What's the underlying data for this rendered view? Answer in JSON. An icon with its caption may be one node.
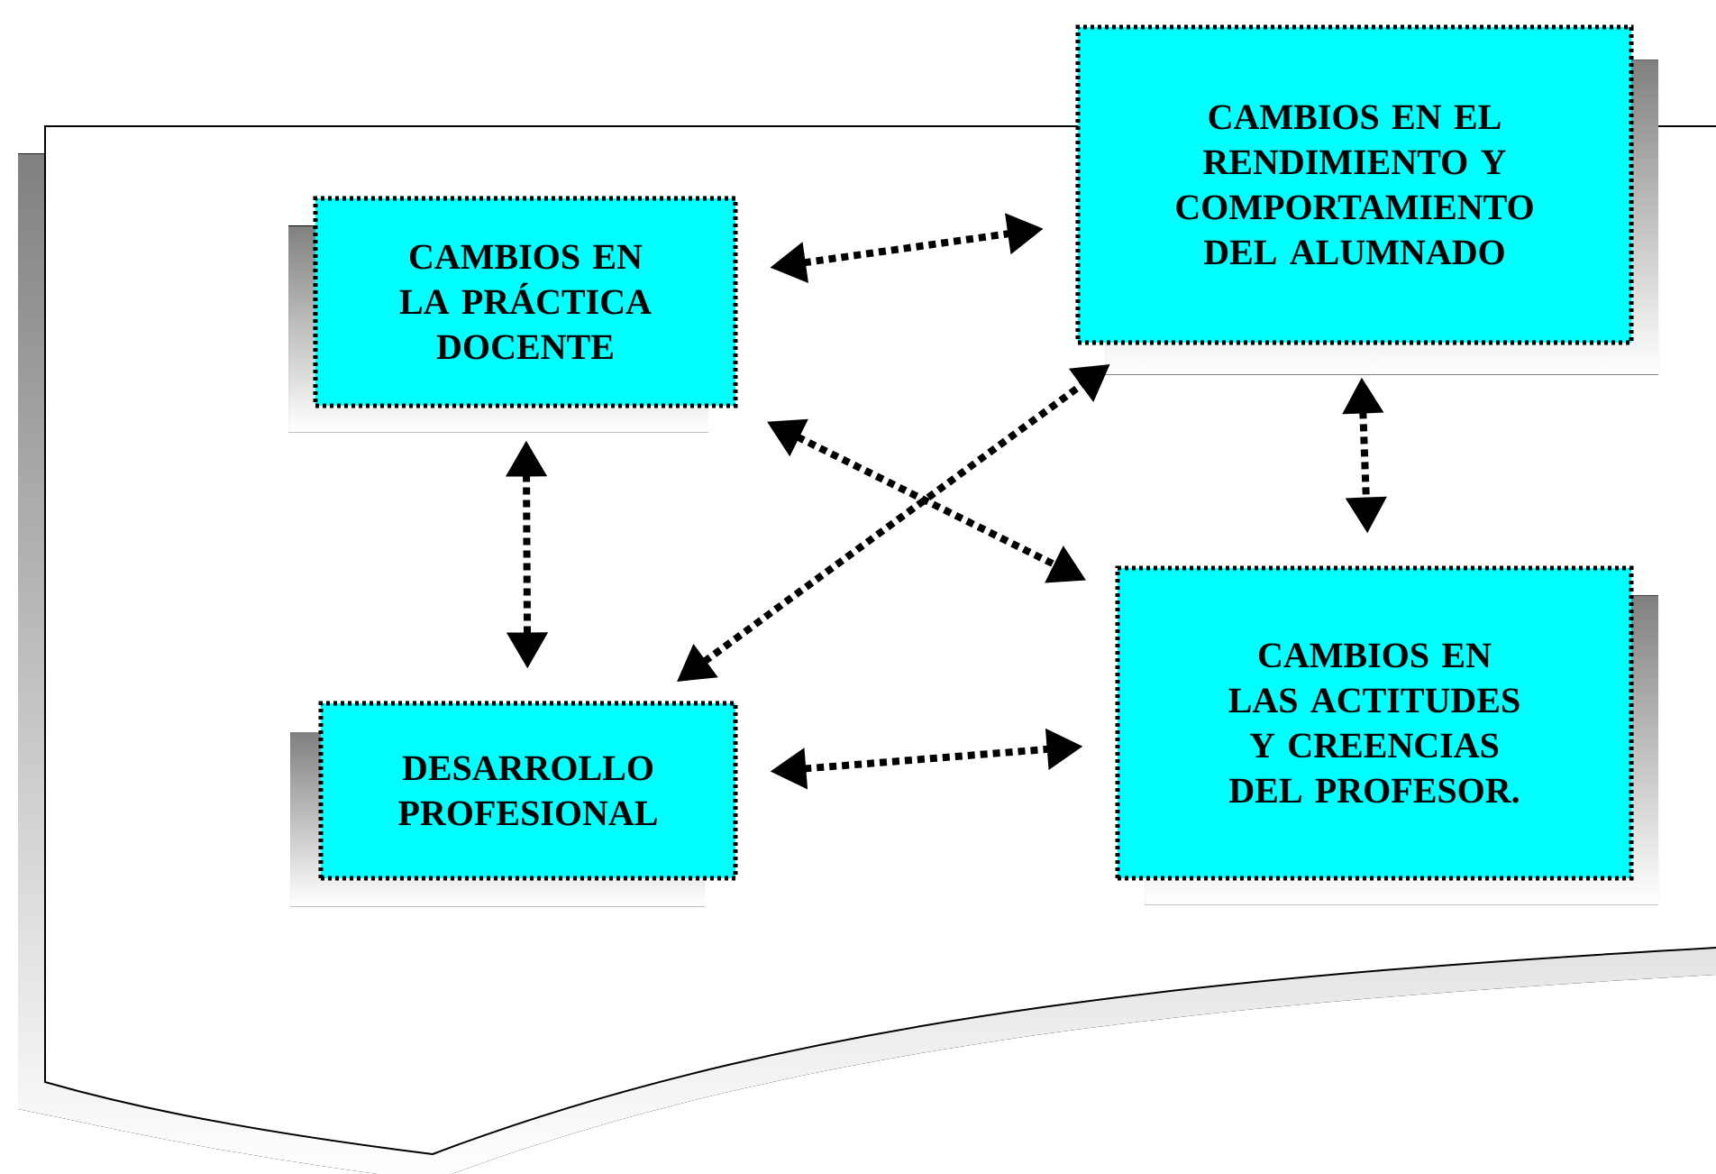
{
  "diagram": {
    "nodes": [
      {
        "text": [
          "CAMBIOS EN LA PRÁCTICA DOCENTE"
        ]
      },
      {
        "text": [
          "CAMBIOS EN EL RENDIMIENTO Y COMPORTAMIENTO DEL ALUMNADO"
        ]
      },
      {
        "text": [
          "DESARROLLO PROFESIONAL"
        ]
      },
      {
        "text": [
          "CAMBIOS EN LAS ACTITUDES Y CREENCIAS DEL PROFESOR."
        ]
      }
    ],
    "edges": [
      {
        "from": 0,
        "to": 1,
        "arrow": "both"
      },
      {
        "from": 1,
        "to": 3,
        "arrow": "both"
      },
      {
        "from": 0,
        "to": 2,
        "arrow": "both"
      },
      {
        "from": 0,
        "to": 3,
        "arrow": "both"
      },
      {
        "from": 2,
        "to": 1,
        "arrow": "both"
      },
      {
        "from": 2,
        "to": 3,
        "arrow": "both"
      }
    ]
  }
}
